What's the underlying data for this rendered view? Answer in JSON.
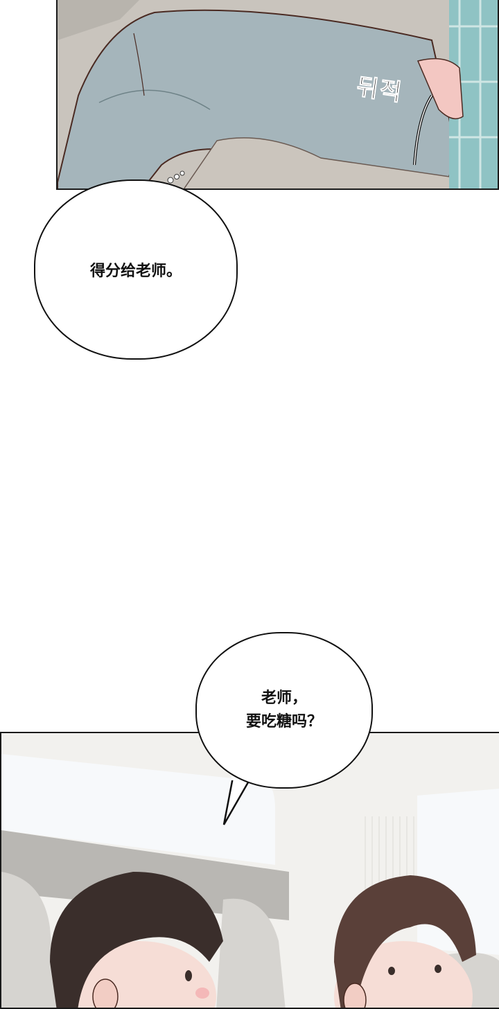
{
  "comic": {
    "panels": [
      {
        "id": "panel-1",
        "description": "close-up of character in light blue suit shifting on seat next to plaid-coat person",
        "sfx": "뒤적",
        "colors": {
          "suit": "#a7b6bc",
          "seat": "#cfcac3",
          "plaid": "#8fc3c4",
          "skin": "#f3c7c2"
        }
      },
      {
        "id": "panel-2",
        "description": "two dark-haired young men sitting in bus seats, looking at each other",
        "colors": {
          "hair_left": "#3a2e2b",
          "hair_right": "#5a4039",
          "background": "#f4f4f2",
          "seats": "#d8d6d2"
        }
      }
    ],
    "bubbles": [
      {
        "id": "bubble-1",
        "lines": [
          "得分给老师。"
        ]
      },
      {
        "id": "bubble-2",
        "lines": [
          "老师，",
          "要吃糖吗？"
        ]
      }
    ]
  }
}
